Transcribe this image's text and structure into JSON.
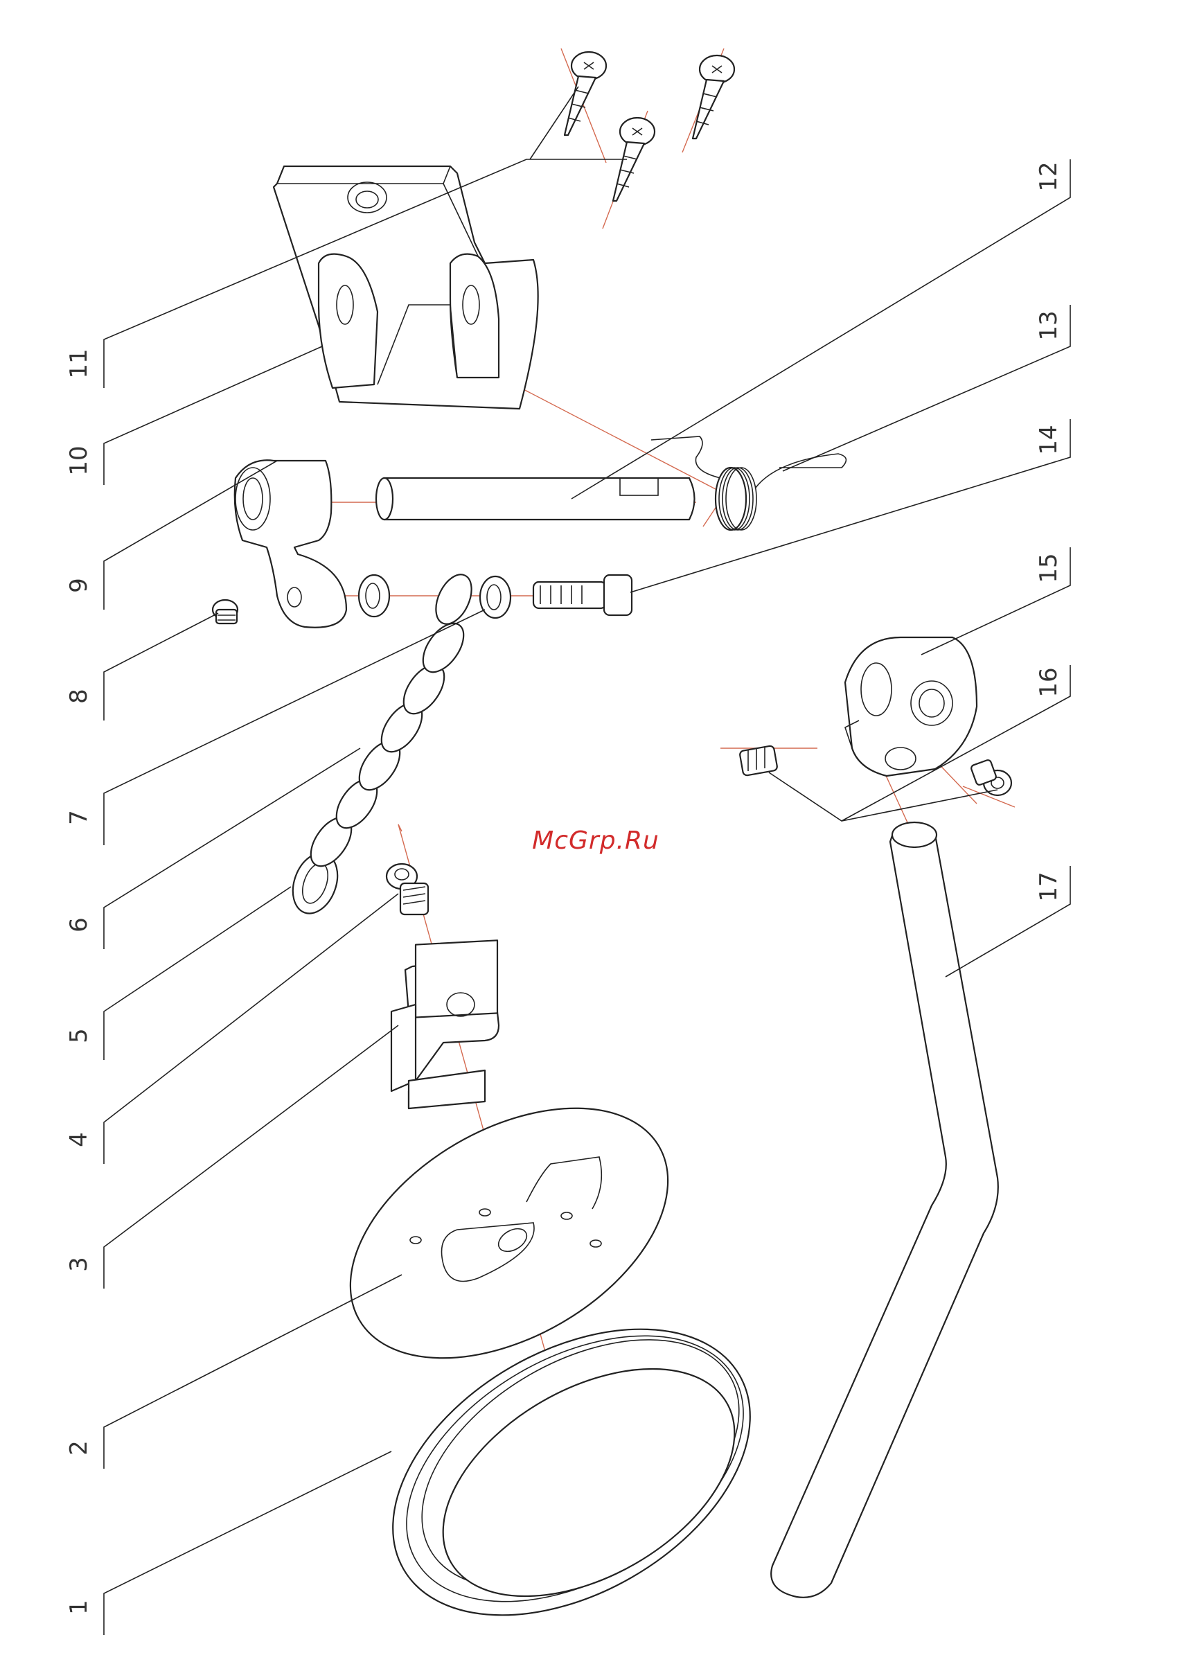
{
  "watermark": {
    "text": "McGrp.Ru",
    "color": "#d22b2b"
  },
  "colors": {
    "line": "#222222",
    "axis": "#d46a50",
    "background": "#ffffff"
  },
  "callouts": [
    "1",
    "2",
    "3",
    "4",
    "5",
    "6",
    "7",
    "8",
    "9",
    "10",
    "11",
    "12",
    "13",
    "14",
    "15",
    "16",
    "17"
  ]
}
